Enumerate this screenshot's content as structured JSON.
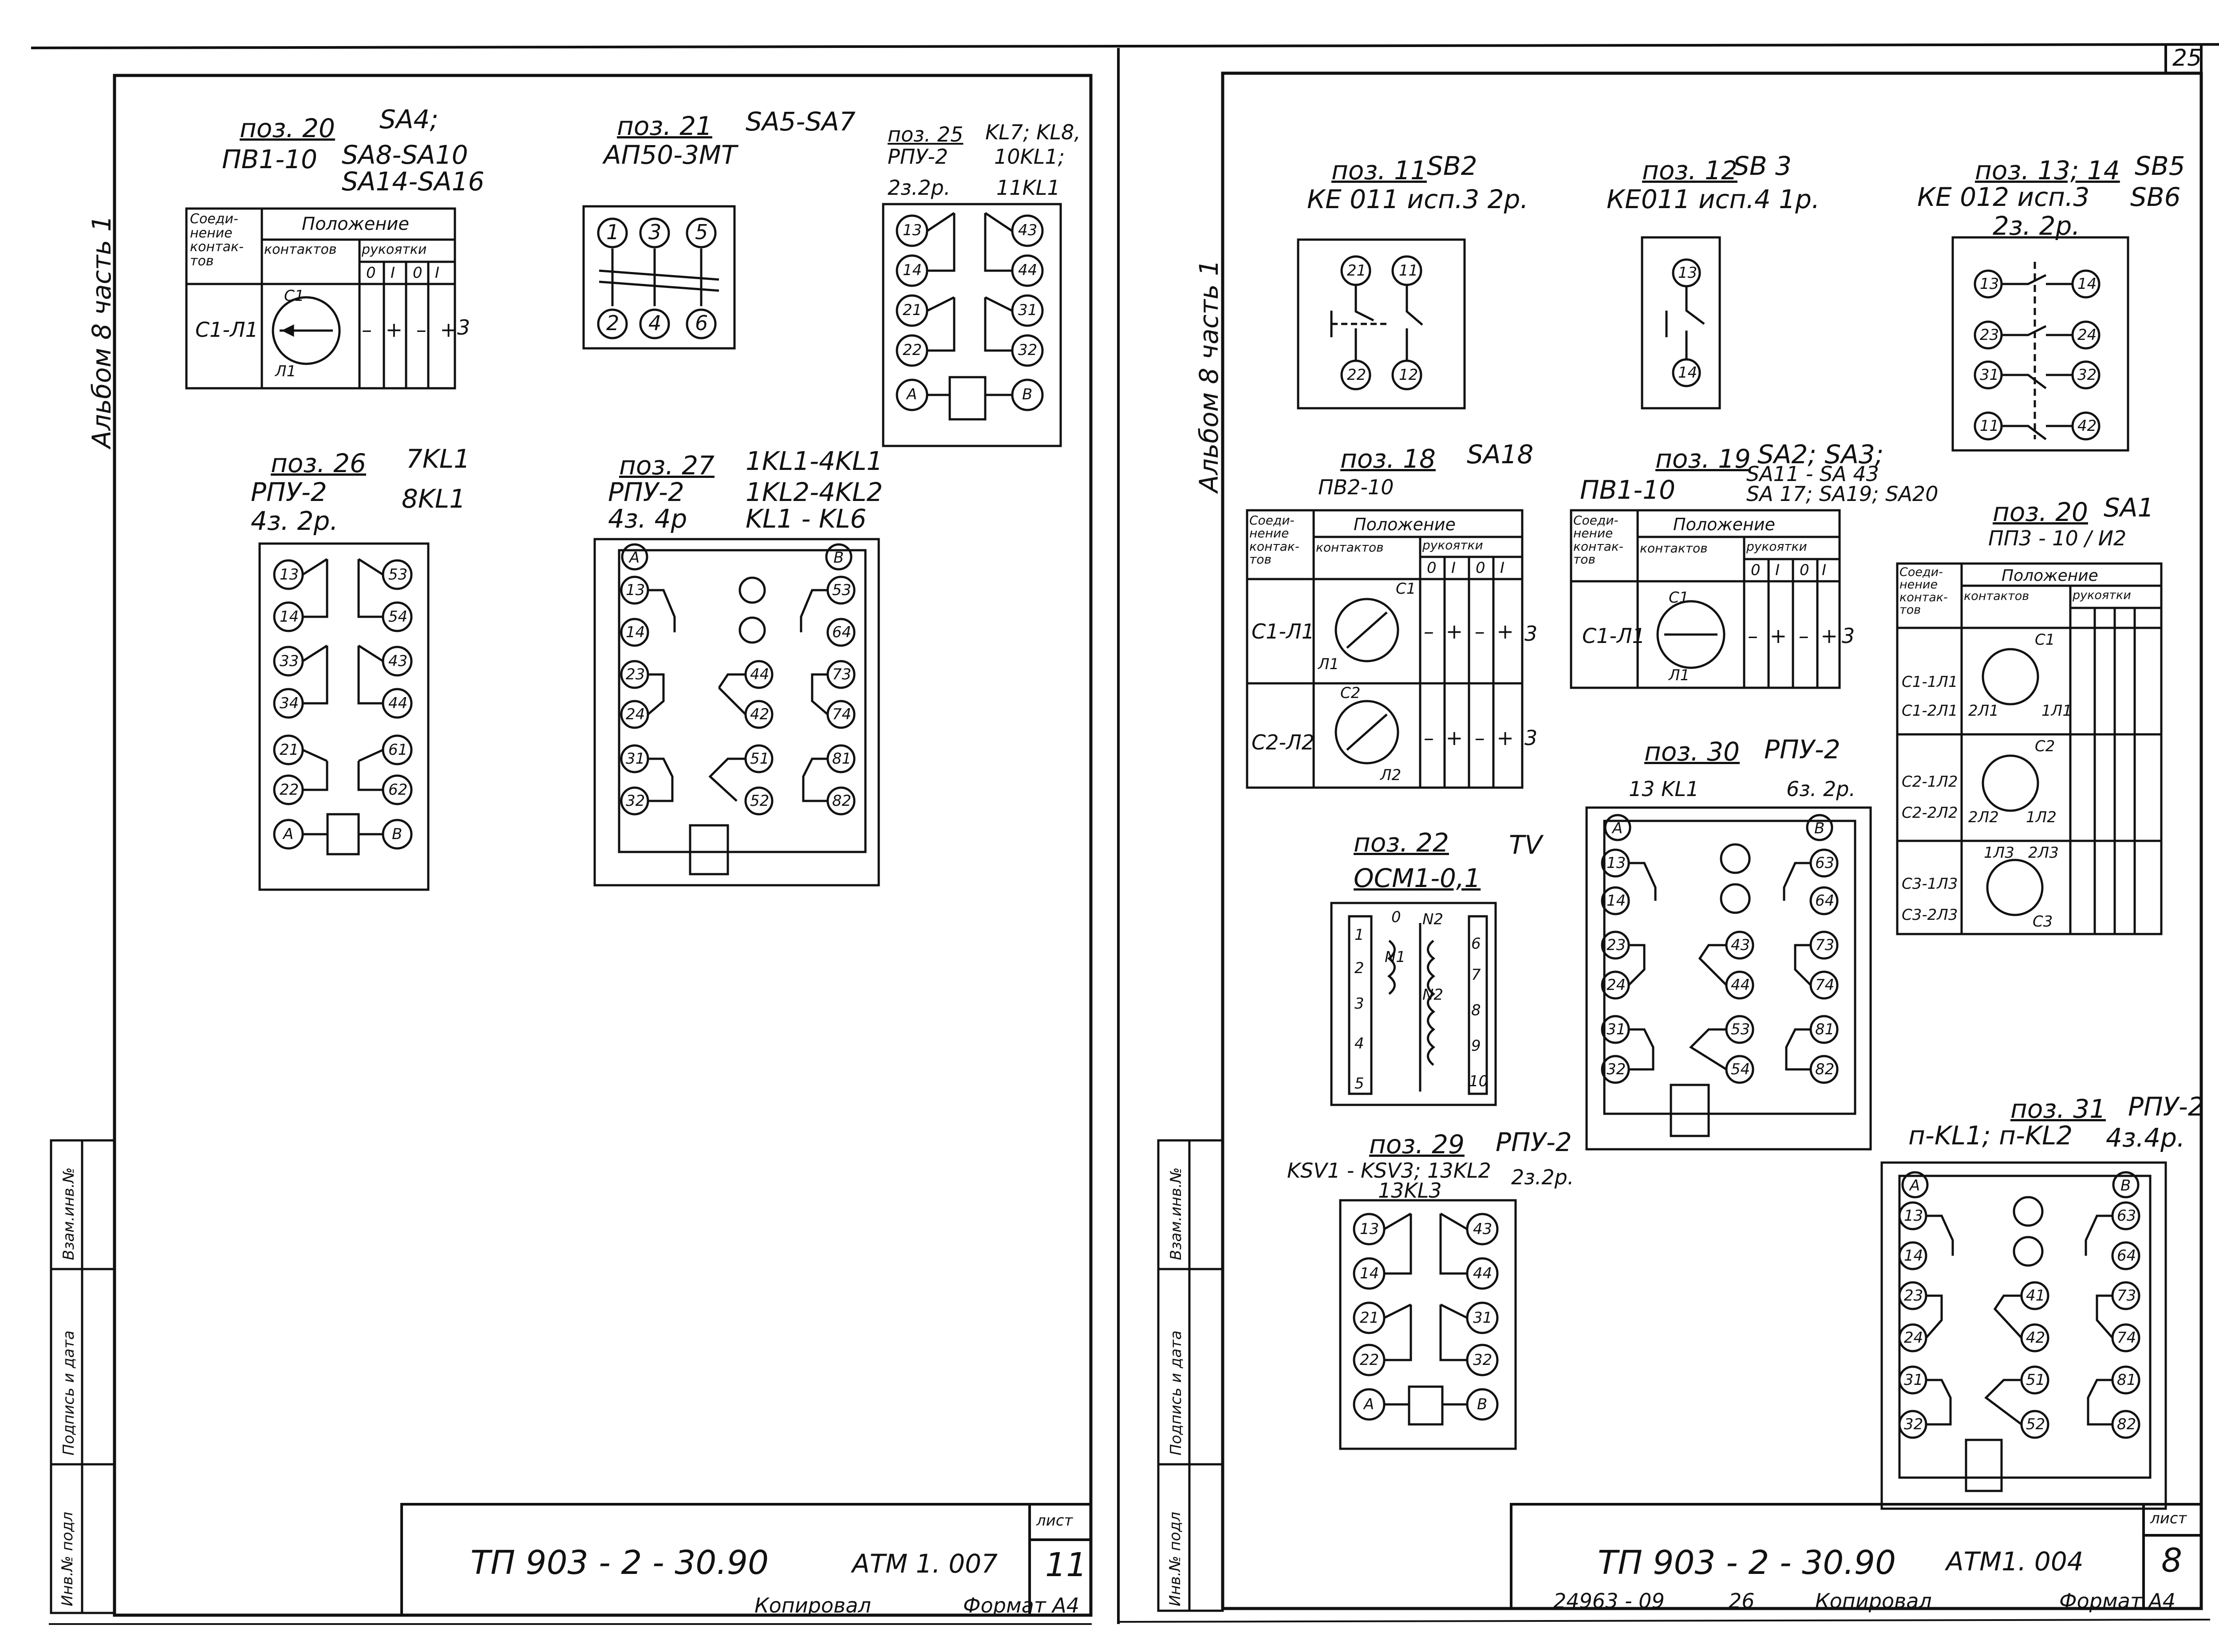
{
  "sheet_number": "25",
  "left_page": {
    "side_label": "Альбом 8 часть 1",
    "stamp_columns": [
      "Инв.№ подл",
      "Подпись и дата",
      "Взам.инв.№"
    ],
    "blocks": {
      "poz20": {
        "title": "поз. 20",
        "ref": "SA4;",
        "model": "ПВ1-10",
        "ref2": "SA8-SA10",
        "ref3": "SA14-SA16",
        "table": {
          "h1": "Соеди-нение контак-тов",
          "h2": "Положение",
          "h3": "контактов",
          "h4": "рукоятки",
          "pos": [
            "0",
            "I",
            "0",
            "I"
          ],
          "row": "C1-Л1",
          "c1": "C1",
          "l1": "Л1",
          "marks": "– + – +",
          "num": "3"
        }
      },
      "poz21": {
        "title": "поз. 21",
        "ref": "SA5-SA7",
        "model": "АП50-3МТ",
        "pins": [
          "1",
          "3",
          "5",
          "2",
          "4",
          "6"
        ]
      },
      "poz25": {
        "title": "поз. 25",
        "ref": "KL7; KL8,",
        "model": "РПУ-2",
        "ref2": "10KL1;",
        "sub": "2з.2р.",
        "ref3": "11KL1",
        "pins": [
          "13",
          "43",
          "14",
          "44",
          "21",
          "31",
          "22",
          "32",
          "А",
          "В"
        ]
      },
      "poz26": {
        "title": "поз. 26",
        "ref": "7KL1",
        "model": "РПУ-2",
        "ref2": "8KL1",
        "sub": "4з. 2р.",
        "pins": [
          "13",
          "53",
          "14",
          "54",
          "33",
          "43",
          "34",
          "44",
          "21",
          "61",
          "22",
          "62",
          "А",
          "В"
        ]
      },
      "poz27": {
        "title": "поз. 27",
        "ref": "1KL1-4KL1",
        "model": "РПУ-2",
        "ref2": "1KL2-4KL2",
        "sub": "4з. 4р",
        "ref3": "KL1 - KL6",
        "pins": [
          "А",
          "В",
          "13",
          "53",
          "14",
          "64",
          "23",
          "44",
          "73",
          "24",
          "42",
          "74",
          "31",
          "51",
          "81",
          "32",
          "52",
          "82"
        ]
      }
    },
    "title_block": {
      "doc": "ТП 903 - 2 - 30.90",
      "code": "АТМ 1. 007",
      "sheet_label": "лист",
      "sheet": "11",
      "copied": "Копировал",
      "format": "Формат А4"
    }
  },
  "right_page": {
    "side_label": "Альбом 8 часть 1",
    "stamp_columns": [
      "Инв.№ подл",
      "Подпись и дата",
      "Взам.инв.№"
    ],
    "blocks": {
      "poz11": {
        "title": "поз. 11",
        "ref": "SB2",
        "model": "КЕ 011 исп.3 2р.",
        "pins": [
          "21",
          "11",
          "22",
          "12"
        ]
      },
      "poz12": {
        "title": "поз. 12",
        "ref": "SB 3",
        "model": "КЕ011 исп.4 1р.",
        "pins": [
          "13",
          "14"
        ]
      },
      "poz1314": {
        "title": "поз. 13; 14",
        "ref": "SB5",
        "model": "КЕ 012 исп.3",
        "ref2": "SB6",
        "sub": "2з. 2р.",
        "pins": [
          "13",
          "14",
          "23",
          "24",
          "31",
          "32",
          "11",
          "42"
        ]
      },
      "poz18": {
        "title": "поз. 18",
        "ref": "SA18",
        "model": "ПВ2-10",
        "table": {
          "h1": "Соеди-нение контак-тов",
          "h2": "Положение",
          "h3": "контактов",
          "h4": "рукоятки",
          "pos": [
            "0",
            "I",
            "0",
            "I"
          ],
          "row1": "C1-Л1",
          "row2": "C2-Л2",
          "c1": "C1",
          "l1": "Л1",
          "c2": "C2",
          "l2": "Л2",
          "marks": "– + – +",
          "num": "3"
        }
      },
      "poz19": {
        "title": "поз. 19",
        "ref": "SA2; SA3;",
        "model": "ПВ1-10",
        "ref2": "SA11 - SA 43",
        "ref3": "SA 17; SA19; SA20",
        "table": {
          "h1": "Соеди-нение контак-тов",
          "h2": "Положение",
          "h3": "контактов",
          "h4": "рукоятки",
          "pos": [
            "0",
            "I",
            "0",
            "I"
          ],
          "row": "C1-Л1",
          "c1": "C1",
          "l1": "Л1",
          "marks": "– + – +",
          "num": "3"
        }
      },
      "poz20": {
        "title": "поз. 20",
        "ref": "SA1",
        "model": "ПП3 - 10 / И2",
        "table": {
          "h1": "Соеди-нение контак-тов",
          "h2": "Положение",
          "h3": "контактов",
          "h4": "рукоятки",
          "rows": [
            "C1-1Л1",
            "C1-2Л1",
            "C2-1Л2",
            "C2-2Л2",
            "C3-1Л3",
            "C3-2Л3"
          ],
          "c1": "C1",
          "c2": "C2",
          "c3": "C3",
          "l1a": "2Л1",
          "l1b": "1Л1",
          "l2a": "2Л2",
          "l2b": "1Л2",
          "l3a": "1Л3",
          "l3b": "2Л3"
        }
      },
      "poz22": {
        "title": "поз. 22",
        "ref": "TV",
        "model": "ОСМ1-0,1",
        "pins": [
          "0",
          "1",
          "2",
          "3",
          "4",
          "5",
          "6",
          "7",
          "8",
          "9",
          "10"
        ],
        "w1": "N1",
        "w2": "N2",
        "w3": "N2"
      },
      "poz29": {
        "title": "поз. 29",
        "ref": "РПУ-2",
        "model": "KSV1 - KSV3; 13KL2",
        "ref2": "13KL3",
        "sub": "2з.2р.",
        "pins": [
          "13",
          "43",
          "14",
          "44",
          "21",
          "31",
          "22",
          "32",
          "А",
          "В"
        ]
      },
      "poz30": {
        "title": "поз. 30",
        "ref": "РПУ-2",
        "model": "13 KL1",
        "sub": "6з. 2р.",
        "pins": [
          "А",
          "В",
          "13",
          "63",
          "14",
          "64",
          "23",
          "43",
          "73",
          "24",
          "44",
          "74",
          "31",
          "53",
          "81",
          "32",
          "54",
          "82"
        ]
      },
      "poz31": {
        "title": "поз. 31",
        "ref": "РПУ-2",
        "model": "п-KL1; п-KL2",
        "sub": "4з.4р.",
        "pins": [
          "А",
          "В",
          "13",
          "63",
          "14",
          "64",
          "23",
          "41",
          "73",
          "24",
          "42",
          "74",
          "31",
          "51",
          "81",
          "32",
          "52",
          "82"
        ]
      }
    },
    "title_block": {
      "doc": "ТП 903 - 2 - 30.90",
      "code": "АТМ1. 004",
      "sheet_label": "лист",
      "sheet": "8",
      "copied": "Копировал",
      "format": "Формат А4",
      "inv": "24963 - 09",
      "page": "26"
    }
  }
}
